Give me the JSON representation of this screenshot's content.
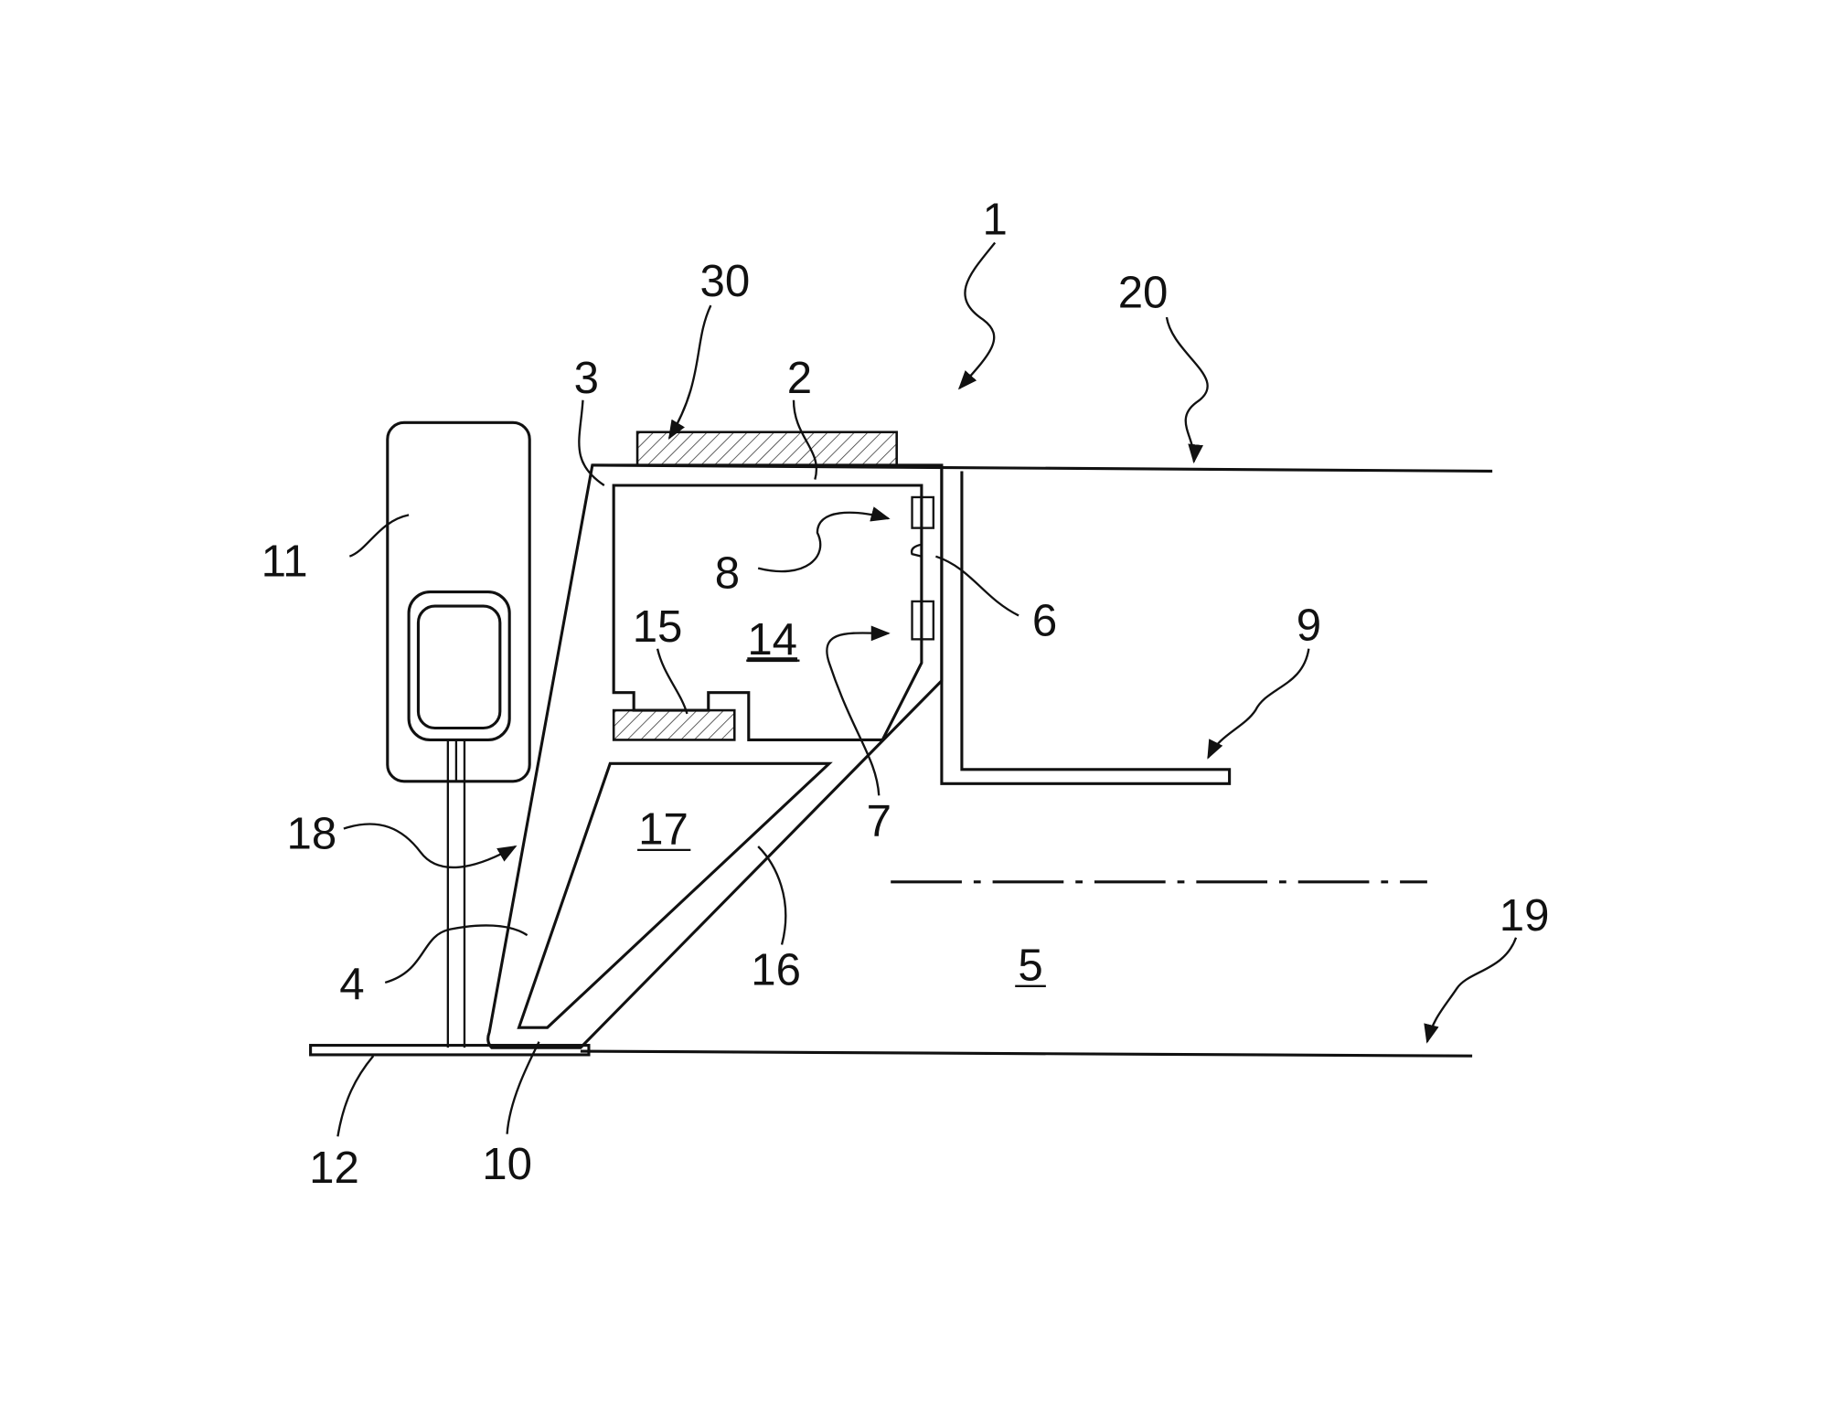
{
  "figure": {
    "type": "patent-drawing",
    "labels": {
      "l1": "1",
      "l2": "2",
      "l3": "3",
      "l4": "4",
      "l5": "5",
      "l6": "6",
      "l7": "7",
      "l8": "8",
      "l9": "9",
      "l10": "10",
      "l11": "11",
      "l12": "12",
      "l14": "14",
      "l15": "15",
      "l16": "16",
      "l17": "17",
      "l18": "18",
      "l19": "19",
      "l20": "20",
      "l30": "30"
    },
    "underlined": [
      "5",
      "14",
      "17"
    ],
    "ink_color": "#111111"
  }
}
